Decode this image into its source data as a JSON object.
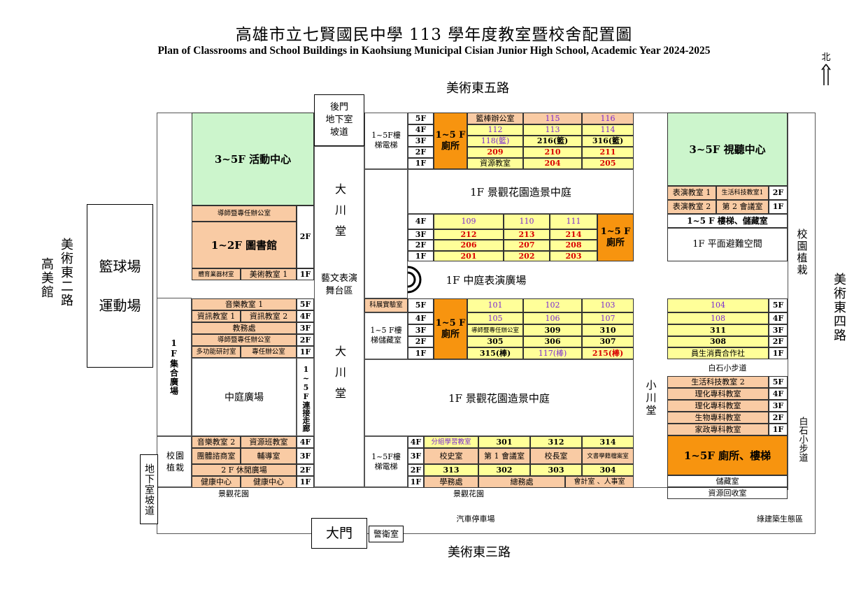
{
  "title": "高雄市立七賢國民中學 113 學年度教室暨校舍配置圖",
  "subtitle": "Plan of Classrooms and School Buildings in Kaohsiung Municipal Cisian Junior High School, Academic Year 2024-2025",
  "north": "北",
  "roads": {
    "top": "美術東五路",
    "bottom": "美術東三路",
    "left": "美術東二路",
    "left_far": "高美館",
    "right": "美術東四路",
    "right_inner": "白石小步道"
  },
  "outside": {
    "court1": "籃球場",
    "court2": "運動場"
  },
  "gates": {
    "back": [
      "後門",
      "地下室",
      "坡道"
    ],
    "main": "大門",
    "guard": "警衛室",
    "basement": "地下室坡道"
  },
  "labels": {
    "great_hall": "大川堂",
    "stage": [
      "藝文表演",
      "舞台區"
    ],
    "small_hall": "小川堂",
    "plaza_1f": "1F 中庭表演廣場",
    "garden_top": "1F 景觀花園造景中庭",
    "garden_bottom": "1F 景觀花園造景中庭",
    "courtyard": "中庭廣場",
    "assembly": "1F集合廣場",
    "corridor": "1~5F連接走廊",
    "landscape_left": "景觀花園",
    "landscape_mid": "景觀花園",
    "parking": "汽車停車場",
    "eco": "綠建築生態區",
    "campus_trees_right": "校園植栽",
    "campus_trees_left": "校園植栽",
    "baishi_path": "白石小步道"
  },
  "nw": {
    "activity": "3~5F 活動中心",
    "library_office": "導師暨專任辦公室",
    "library": "1~2F 圖書館",
    "library_floor": "2F",
    "bottom_row": [
      "體育業器材室",
      "美術教室 1",
      "1F"
    ]
  },
  "w_block": [
    [
      "音樂教室 1",
      "5F"
    ],
    [
      "資訊教室 1",
      "資訊教室 2",
      "4F"
    ],
    [
      "教務處",
      "3F"
    ],
    [
      "導師暨專任辦公室",
      "2F"
    ],
    [
      "多功能研討室",
      "專任辦公室",
      "1F"
    ]
  ],
  "sw_block": [
    [
      "音樂教室 2",
      "資源班教室",
      "4F"
    ],
    [
      "團體諮商室",
      "輔導室",
      "3F"
    ],
    [
      "2 F 休閒廣場",
      "2F"
    ],
    [
      "健康中心",
      "健康中心",
      "1F"
    ]
  ],
  "top_center": {
    "stairs": "1~5F樓梯電梯",
    "floors": [
      "5F",
      "4F",
      "3F",
      "2F",
      "1F"
    ],
    "toilet": "1~5 F 廁所",
    "rows": [
      [
        "籃棒辦公室",
        "115",
        "116"
      ],
      [
        "112",
        "113",
        "114"
      ],
      [
        "118(籃)",
        "216(籃)",
        "316(籃)"
      ],
      [
        "209",
        "210",
        "211"
      ],
      [
        "資源教室",
        "204",
        "205"
      ]
    ]
  },
  "mid_center": {
    "floors": [
      "4F",
      "3F",
      "2F",
      "1F"
    ],
    "toilet": "1~5 F 廁所",
    "rows": [
      [
        "109",
        "110",
        "111"
      ],
      [
        "212",
        "213",
        "214"
      ],
      [
        "206",
        "207",
        "208"
      ],
      [
        "201",
        "202",
        "203"
      ]
    ]
  },
  "low_center": {
    "science": "科展實驗室",
    "stairs": "1~5 F樓梯儲藏室",
    "floors": [
      "5F",
      "4F",
      "3F",
      "2F",
      "1F"
    ],
    "toilet": "1~5 F 廁所",
    "rows": [
      [
        "101",
        "102",
        "103"
      ],
      [
        "105",
        "106",
        "107"
      ],
      [
        "導師暨專任辦公室",
        "309",
        "310"
      ],
      [
        "305",
        "306",
        "307"
      ],
      [
        "315(棒)",
        "117(棒)",
        "215(棒)"
      ]
    ]
  },
  "bottom_center": {
    "stairs": "1~5F樓梯電梯",
    "floors": [
      "4F",
      "3F",
      "2F",
      "1F"
    ],
    "rows": [
      [
        "分組學習教室",
        "301",
        "312",
        "314"
      ],
      [
        "校史室",
        "第 1 會議室",
        "校長室",
        "文書學籍檔案室"
      ],
      [
        "313",
        "302",
        "303",
        "304"
      ],
      [
        "學務處",
        "總務處",
        "會計室 、人事室"
      ]
    ]
  },
  "ne": {
    "av_center": "3~5F 視聽中心",
    "row2": [
      "表演教室 1",
      "生活科技教室1",
      "2F"
    ],
    "row1": [
      "表演教室 2",
      "第 2 會議室",
      "1F"
    ],
    "stairs": "1~5 F 樓梯、儲藏室",
    "shelter": "1F 平面避難空間"
  },
  "e_block": [
    [
      "104",
      "5F"
    ],
    [
      "108",
      "4F"
    ],
    [
      "311",
      "3F"
    ],
    [
      "308",
      "2F"
    ],
    [
      "員生消費合作社",
      "1F"
    ]
  ],
  "se_block": [
    [
      "生活科技教室 2",
      "5F"
    ],
    [
      "理化專科教室",
      "4F"
    ],
    [
      "理化專科教室",
      "3F"
    ],
    [
      "生物專科教室",
      "2F"
    ],
    [
      "家政專科教室",
      "1F"
    ]
  ],
  "se_bottom": {
    "toilet": "1~5F 廁所、樓梯",
    "storage": "儲藏室",
    "recycle": "資源回收室"
  },
  "colors": {
    "peach": "#f9cba4",
    "yellow": "#ffff99",
    "green": "#ccf5cc",
    "orange": "#f7940f",
    "purple": "#7a29d1",
    "red": "#d90000"
  }
}
